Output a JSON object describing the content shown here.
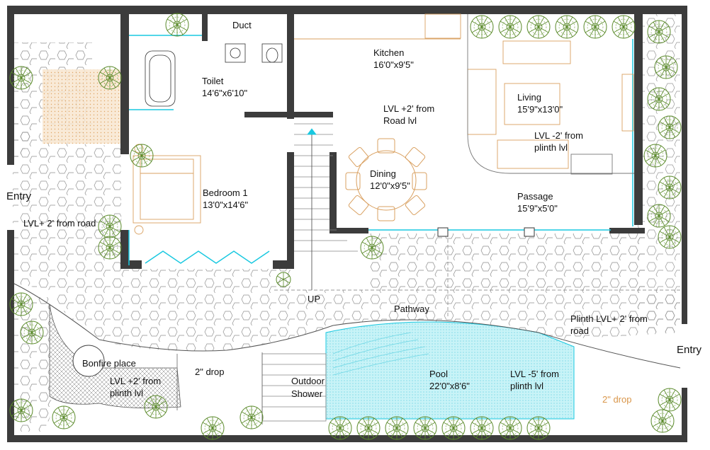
{
  "labels": {
    "duct": "Duct",
    "kitchen_name": "Kitchen",
    "kitchen_dim": "16'0\"x9'5\"",
    "toilet_name": "Toilet",
    "toilet_dim": "14'6\"x6'10\"",
    "level_road_1": "LVL +2' from",
    "level_road_2": "Road lvl",
    "living_name": "Living",
    "living_dim": "15'9\"x13'0\"",
    "living_lvl_1": "LVL -2' from",
    "living_lvl_2": "plinth lvl",
    "dining_name": "Dining",
    "dining_dim": "12'0\"x9'5\"",
    "bedroom_name": "Bedroom 1",
    "bedroom_dim": "13'0\"x14'6\"",
    "passage_name": "Passage",
    "passage_dim": "15'9\"x5'0\"",
    "entry_left": "Entry",
    "entry_right": "Entry",
    "lvl_road_left": "LVL+ 2' from road",
    "up": "UP",
    "pathway": "Pathway",
    "plinth_1": "Plinth LVL+ 2' from",
    "plinth_2": "road",
    "bonfire": "Bonfire place",
    "bonfire_lvl_1": "LVL +2' from",
    "bonfire_lvl_2": "plinth lvl",
    "drop_2in": "2\" drop",
    "outdoor_1": "Outdoor",
    "outdoor_2": "Shower",
    "pool_name": "Pool",
    "pool_dim": "22'0\"x8'6\"",
    "pool_lvl_1": "LVL -5' from",
    "pool_lvl_2": "plinth lvl",
    "drop_orange": "2\" drop"
  },
  "colors": {
    "wall": "#3c3c3c",
    "glass": "#18c8e0",
    "furniture": "#d9a060",
    "pool": "#bff0f5",
    "paving": "#888888",
    "tree": "#5a8a2a",
    "orange_text": "#d9964a"
  }
}
